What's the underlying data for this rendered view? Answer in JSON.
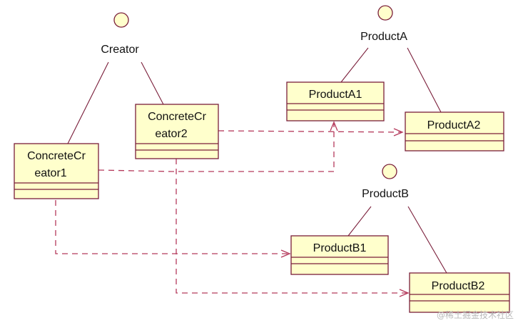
{
  "interfaces": {
    "creator": "Creator",
    "product_a": "ProductA",
    "product_b": "ProductB"
  },
  "classes": {
    "concrete_creator1": [
      "ConcreteCr",
      "eator1"
    ],
    "concrete_creator2": [
      "ConcreteCr",
      "eator2"
    ],
    "product_a1": "ProductA1",
    "product_a2": "ProductA2",
    "product_b1": "ProductB1",
    "product_b2": "ProductB2"
  },
  "watermark": "@稀土掘金技术社区",
  "colors": {
    "box_fill": "#ffffcc",
    "box_stroke": "#7a1e3a",
    "dependency": "#b53a5c"
  }
}
